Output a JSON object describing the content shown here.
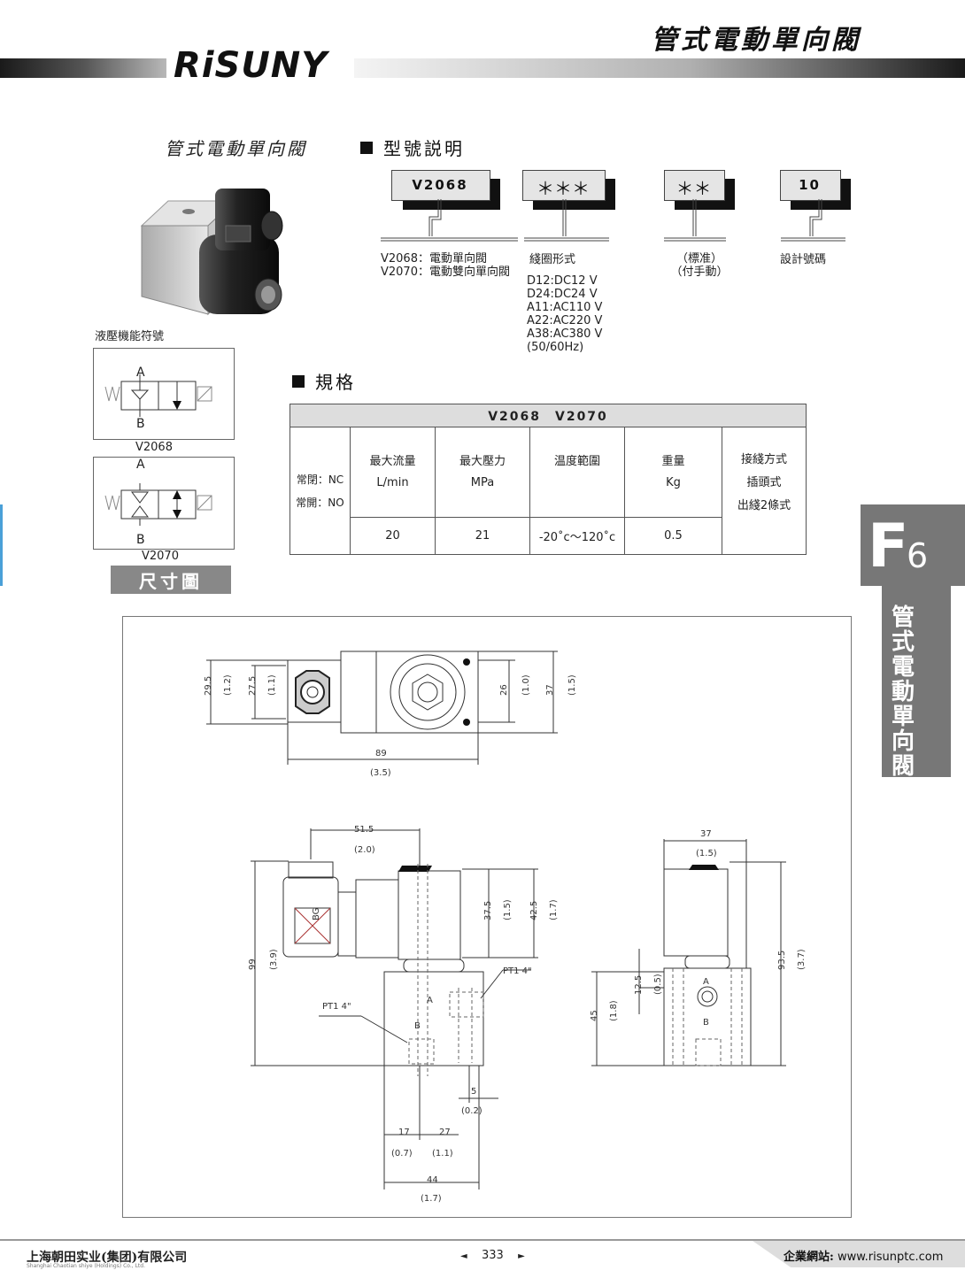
{
  "header": {
    "title": "管式電動單向閥",
    "logo": "RiSUNY"
  },
  "product": {
    "name": "管式電動單向閥"
  },
  "model_section": {
    "heading": "型號説明",
    "boxes": [
      "V2068",
      "＊＊＊",
      "＊＊",
      "10"
    ],
    "desc_model": [
      "V2068：電動單向閥",
      "V2070：電動雙向單向閥"
    ],
    "coil_title": "綫圈形式",
    "coil_options": [
      "D12:DC12 V",
      "D24:DC24 V",
      "A11:AC110 V",
      "A22:AC220 V",
      "A38:AC380 V",
      "(50/60Hz)"
    ],
    "option_std": "（標准）",
    "option_manual": "（付手動）",
    "design_no": "設計號碼"
  },
  "symbols": {
    "title": "液壓機能符號",
    "s1_port_a": "A",
    "s1_port_b": "B",
    "s1_label": "V2068",
    "s2_port_a": "A",
    "s2_port_b": "B",
    "s2_label": "V2070"
  },
  "spec": {
    "heading": "規格",
    "header_row": "V2068　V2070",
    "nc": "常閉：NC",
    "no": "常開：NO",
    "cols": [
      {
        "name": "最大流量",
        "unit": "L/min",
        "value": "20"
      },
      {
        "name": "最大壓力",
        "unit": "MPa",
        "value": "21"
      },
      {
        "name": "温度範圍",
        "unit": "",
        "value": "-20˚c～120˚c"
      },
      {
        "name": "重量",
        "unit": "Kg",
        "value": "0.5"
      }
    ],
    "connection": [
      "接綫方式",
      "插頭式",
      "出綫2條式"
    ]
  },
  "dimension_label": "尺寸圖",
  "dims": {
    "top": [
      "29.5",
      "(1.2)",
      "27.5",
      "(1.1)",
      "26",
      "(1.0)",
      "37",
      "(1.5)",
      "89",
      "(3.5)"
    ],
    "front": [
      "51.5",
      "(2.0)",
      "37.5",
      "(1.5)",
      "42.5",
      "(1.7)",
      "99",
      "(3.9)",
      "PT1  4\"",
      "PT1  4\"",
      "A",
      "B",
      "5",
      "(0.2)",
      "17",
      "(0.7)",
      "27",
      "(1.1)",
      "44",
      "(1.7)",
      "BG"
    ],
    "side": [
      "37",
      "(1.5)",
      "93.5",
      "(3.7)",
      "12.5",
      "(0.5)",
      "45",
      "(1.8)",
      "A",
      "B"
    ]
  },
  "side_tab": {
    "letter": "F",
    "number": "6",
    "text": "管式電動單向閥"
  },
  "footer": {
    "company": "上海朝田实业(集团)有限公司",
    "company_en": "Shanghai Chaotian shiye (Holdings) Co., Ltd.",
    "page": "333",
    "prev": "◄",
    "next": "►",
    "website_label": "企業網站:",
    "website": "www.risunptc.com"
  }
}
